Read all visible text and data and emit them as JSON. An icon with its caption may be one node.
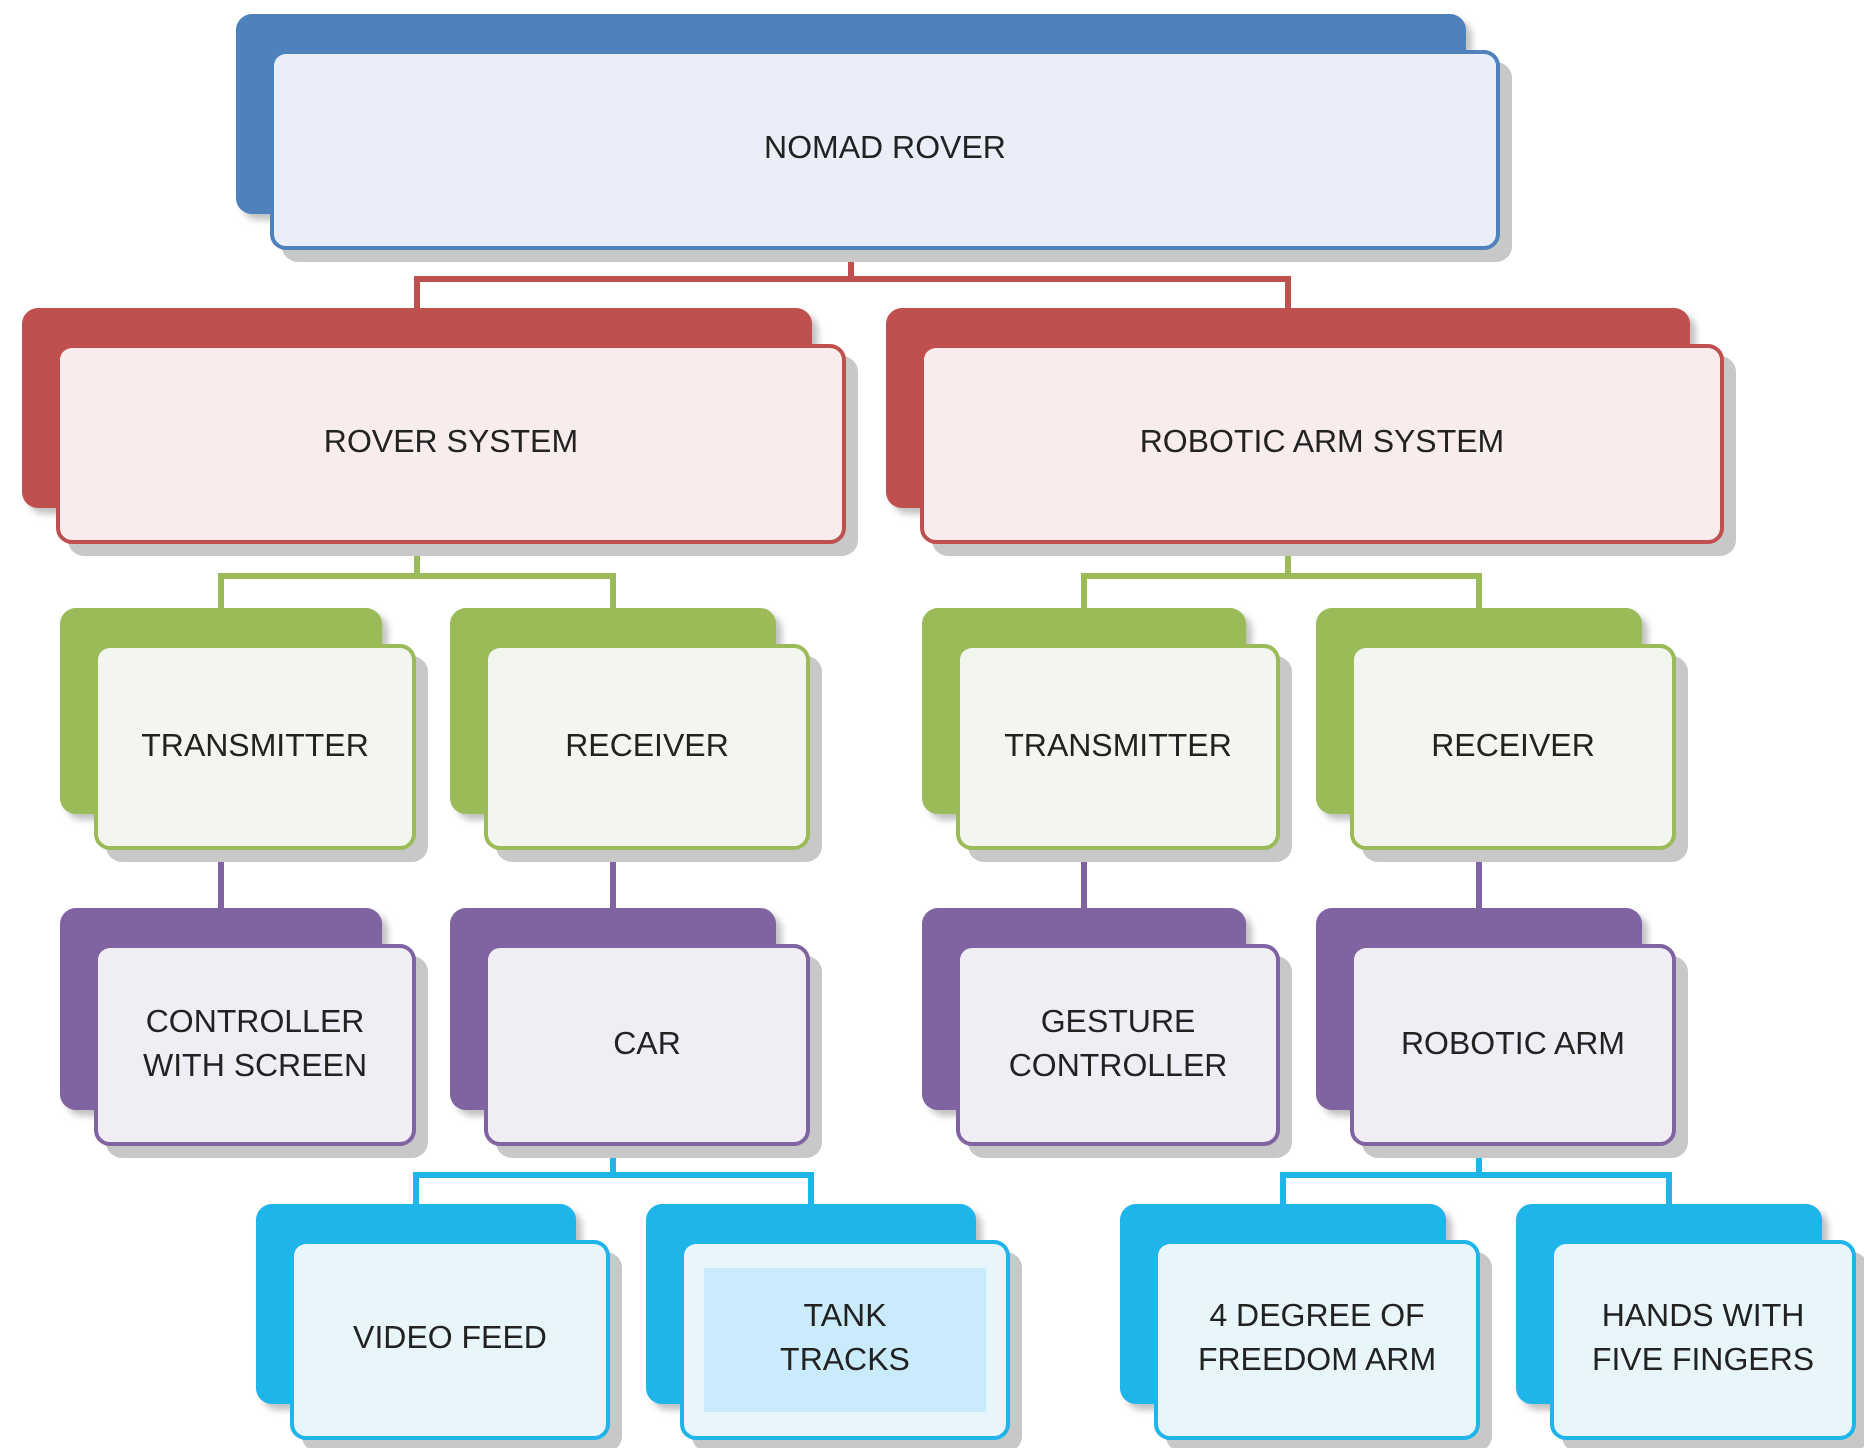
{
  "diagram": {
    "nodes": [
      {
        "text": [
          "NOMAD ROVER"
        ]
      },
      {
        "text": [
          "ROVER SYSTEM"
        ]
      },
      {
        "text": [
          "ROBOTIC ARM SYSTEM"
        ]
      },
      {
        "text": [
          "TRANSMITTER"
        ]
      },
      {
        "text": [
          "RECEIVER"
        ]
      },
      {
        "text": [
          "TRANSMITTER"
        ]
      },
      {
        "text": [
          "RECEIVER"
        ]
      },
      {
        "text": [
          "CONTROLLER WITH SCREEN"
        ]
      },
      {
        "text": [
          "CAR"
        ]
      },
      {
        "text": [
          "GESTURE CONTROLLER"
        ]
      },
      {
        "text": [
          "ROBOTIC ARM"
        ]
      },
      {
        "text": [
          "VIDEO FEED"
        ]
      },
      {
        "text": [
          "TANK TRACKS"
        ]
      },
      {
        "text": [
          "4 DEGREE OF FREEDOM ARM"
        ]
      },
      {
        "text": [
          "HANDS WITH FIVE FINGERS"
        ]
      }
    ],
    "edges": [
      {
        "from": 0,
        "to": 1,
        "arrow": "none",
        "color": "#c0504d"
      },
      {
        "from": 0,
        "to": 2,
        "arrow": "none",
        "color": "#c0504d"
      },
      {
        "from": 1,
        "to": 3,
        "arrow": "none",
        "color": "#9bbb59"
      },
      {
        "from": 1,
        "to": 4,
        "arrow": "none",
        "color": "#9bbb59"
      },
      {
        "from": 2,
        "to": 5,
        "arrow": "none",
        "color": "#9bbb59"
      },
      {
        "from": 2,
        "to": 6,
        "arrow": "none",
        "color": "#9bbb59"
      },
      {
        "from": 3,
        "to": 7,
        "arrow": "none",
        "color": "#8064a2"
      },
      {
        "from": 4,
        "to": 8,
        "arrow": "none",
        "color": "#8064a2"
      },
      {
        "from": 5,
        "to": 9,
        "arrow": "none",
        "color": "#8064a2"
      },
      {
        "from": 6,
        "to": 10,
        "arrow": "none",
        "color": "#8064a2"
      },
      {
        "from": 8,
        "to": 11,
        "arrow": "none",
        "color": "#1fb4ea"
      },
      {
        "from": 8,
        "to": 12,
        "arrow": "none",
        "color": "#1fb4ea"
      },
      {
        "from": 10,
        "to": 13,
        "arrow": "none",
        "color": "#1fb4ea"
      },
      {
        "from": 10,
        "to": 14,
        "arrow": "none",
        "color": "#1fb4ea"
      }
    ]
  }
}
